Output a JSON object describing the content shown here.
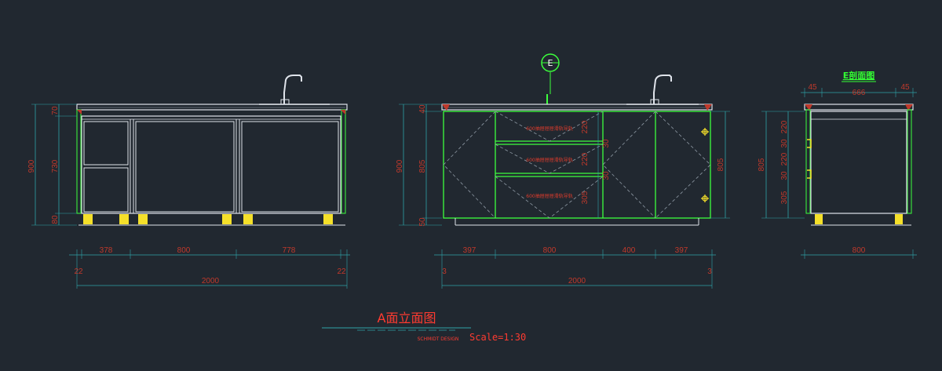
{
  "title": "A面立面图",
  "company": "SCHMIDT DESIGN",
  "scale": "Scale=1:30",
  "section_marker": "E",
  "section_title": "E剖面图",
  "elevation_left": {
    "top_dims": [
      "378",
      "800",
      "778"
    ],
    "edge_left": "22",
    "edge_right": "22",
    "total": "2000",
    "height_total": "900",
    "height_parts": [
      "70",
      "730",
      "80"
    ]
  },
  "elevation_mid": {
    "top_dims": [
      "397",
      "800",
      "400",
      "397"
    ],
    "edge_left": "3",
    "edge_right": "3",
    "total": "2000",
    "height_total": "900",
    "height_parts": [
      "40",
      "805",
      "50"
    ],
    "right_height": "805",
    "drawer_dims": [
      "220",
      "30",
      "220",
      "30",
      "305"
    ],
    "drawer_labels": [
      "600抽屉屉屉滑轨导轨",
      "600抽屉屉屉滑轨导轨",
      "600抽屉屉屉滑轨导轨"
    ]
  },
  "section": {
    "top_dims": [
      "45",
      "666",
      "45"
    ],
    "total": "800",
    "height_total": "805",
    "drawer_dims": [
      "220",
      "30",
      "220",
      "30",
      "305"
    ]
  }
}
